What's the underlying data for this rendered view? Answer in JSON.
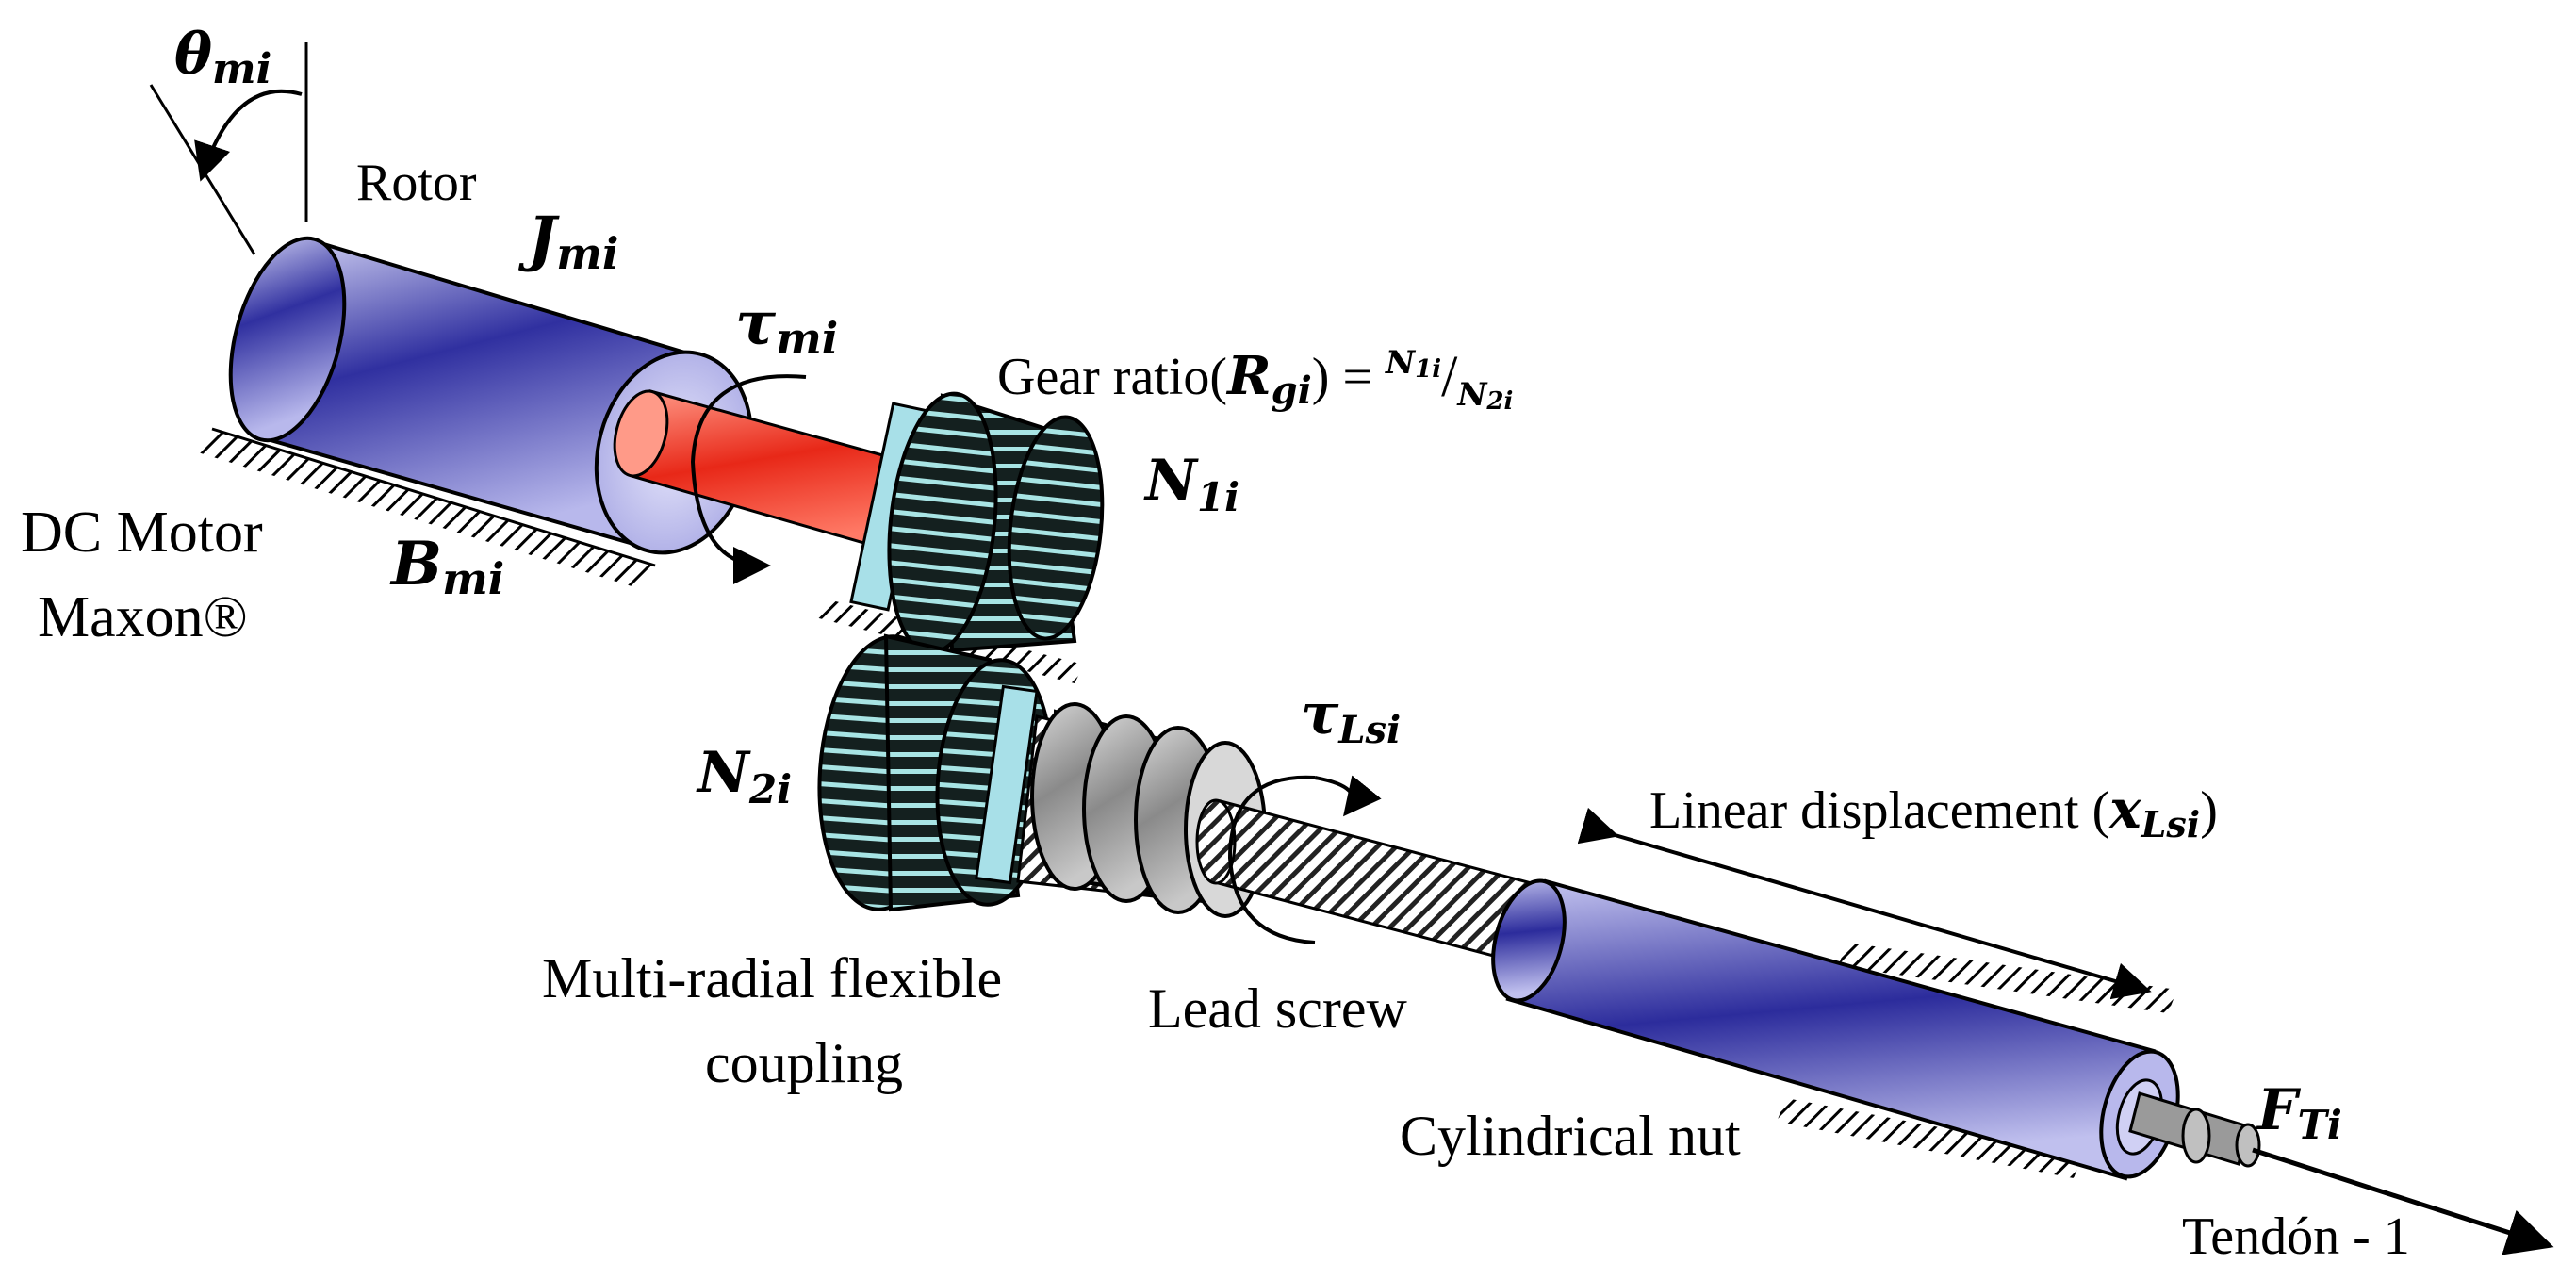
{
  "labels": {
    "theta_mi": {
      "sym": "θ",
      "sub": "mi"
    },
    "rotor": "Rotor",
    "J_mi": {
      "sym": "J",
      "sub": "mi"
    },
    "tau_mi": {
      "sym": "τ",
      "sub": "mi"
    },
    "gear_ratio": {
      "text": "Gear ratio(",
      "sym": "R",
      "sub": "gi",
      "close": ") = ",
      "num_sym": "N",
      "num_sub": "1i",
      "slash": "/",
      "den_sym": "N",
      "den_sub": "2i"
    },
    "N_1i": {
      "sym": "N",
      "sub": "1i"
    },
    "dc_motor_line1": "DC Motor",
    "dc_motor_line2": "Maxon®",
    "B_mi": {
      "sym": "B",
      "sub": "mi"
    },
    "N_2i": {
      "sym": "N",
      "sub": "2i"
    },
    "tau_Lsi": {
      "sym": "τ",
      "sub": "Lsi"
    },
    "linear_disp": {
      "text": "Linear displacement (",
      "sym": "x",
      "sub": "Lsi",
      "close": ")"
    },
    "coupling_line1": "Multi-radial flexible",
    "coupling_line2": "coupling",
    "lead_screw": "Lead screw",
    "cyl_nut": "Cylindrical nut",
    "F_Ti": {
      "sym": "F",
      "sub": "Ti"
    },
    "tendon": "Tendón - 1"
  },
  "colors": {
    "motor_body": "#3a3aa8",
    "motor_light": "#c8c8f0",
    "shaft": "#e83020",
    "gear_dark": "#1a2a2a",
    "gear_stripe": "#a8e0e0",
    "coupling": "#9a9a9a",
    "key": "#a8e0e8"
  }
}
